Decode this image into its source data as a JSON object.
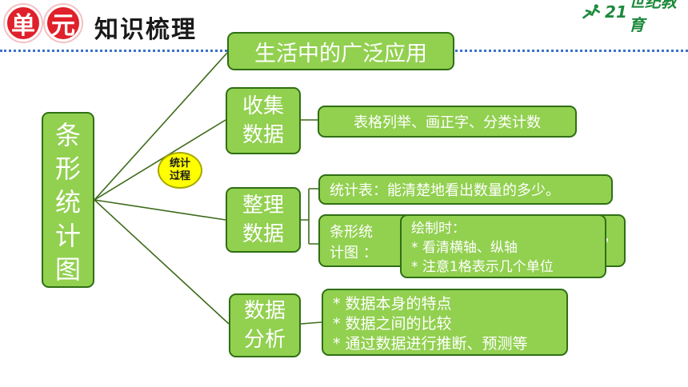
{
  "header": {
    "badge_1": "单",
    "badge_2": "元",
    "title": "知识梳理",
    "logo_number": "21",
    "logo_text": "世纪教育",
    "brand_color": "#e0202a"
  },
  "diagram": {
    "root": [
      "条",
      "形",
      "统",
      "计",
      "图"
    ],
    "process_circle": [
      "统计",
      "过程"
    ],
    "branch_applications": "生活中的广泛应用",
    "branch_collect": [
      "收集",
      "数据"
    ],
    "collect_detail": "表格列举、画正字、分类计数",
    "branch_organize": [
      "整理",
      "数据"
    ],
    "organize_table": "统计表：能清楚地看出数量的多少。",
    "organize_chart_label": [
      "条形统",
      "计图 ："
    ],
    "organize_chart_comma": "，",
    "drawing_tips": [
      "绘制时：",
      "* 看清横轴、纵轴",
      "* 注意1格表示几个单位"
    ],
    "branch_analyze": [
      "数据",
      "分析"
    ],
    "analyze_detail": [
      "* 数据本身的特点",
      "* 数据之间的比较",
      "* 通过数据进行推断、预测等"
    ],
    "colors": {
      "box_fill": "#92d050",
      "box_border": "#2f6f14",
      "circle_fill": "#ffff00",
      "line": "#3d6b1a"
    }
  }
}
